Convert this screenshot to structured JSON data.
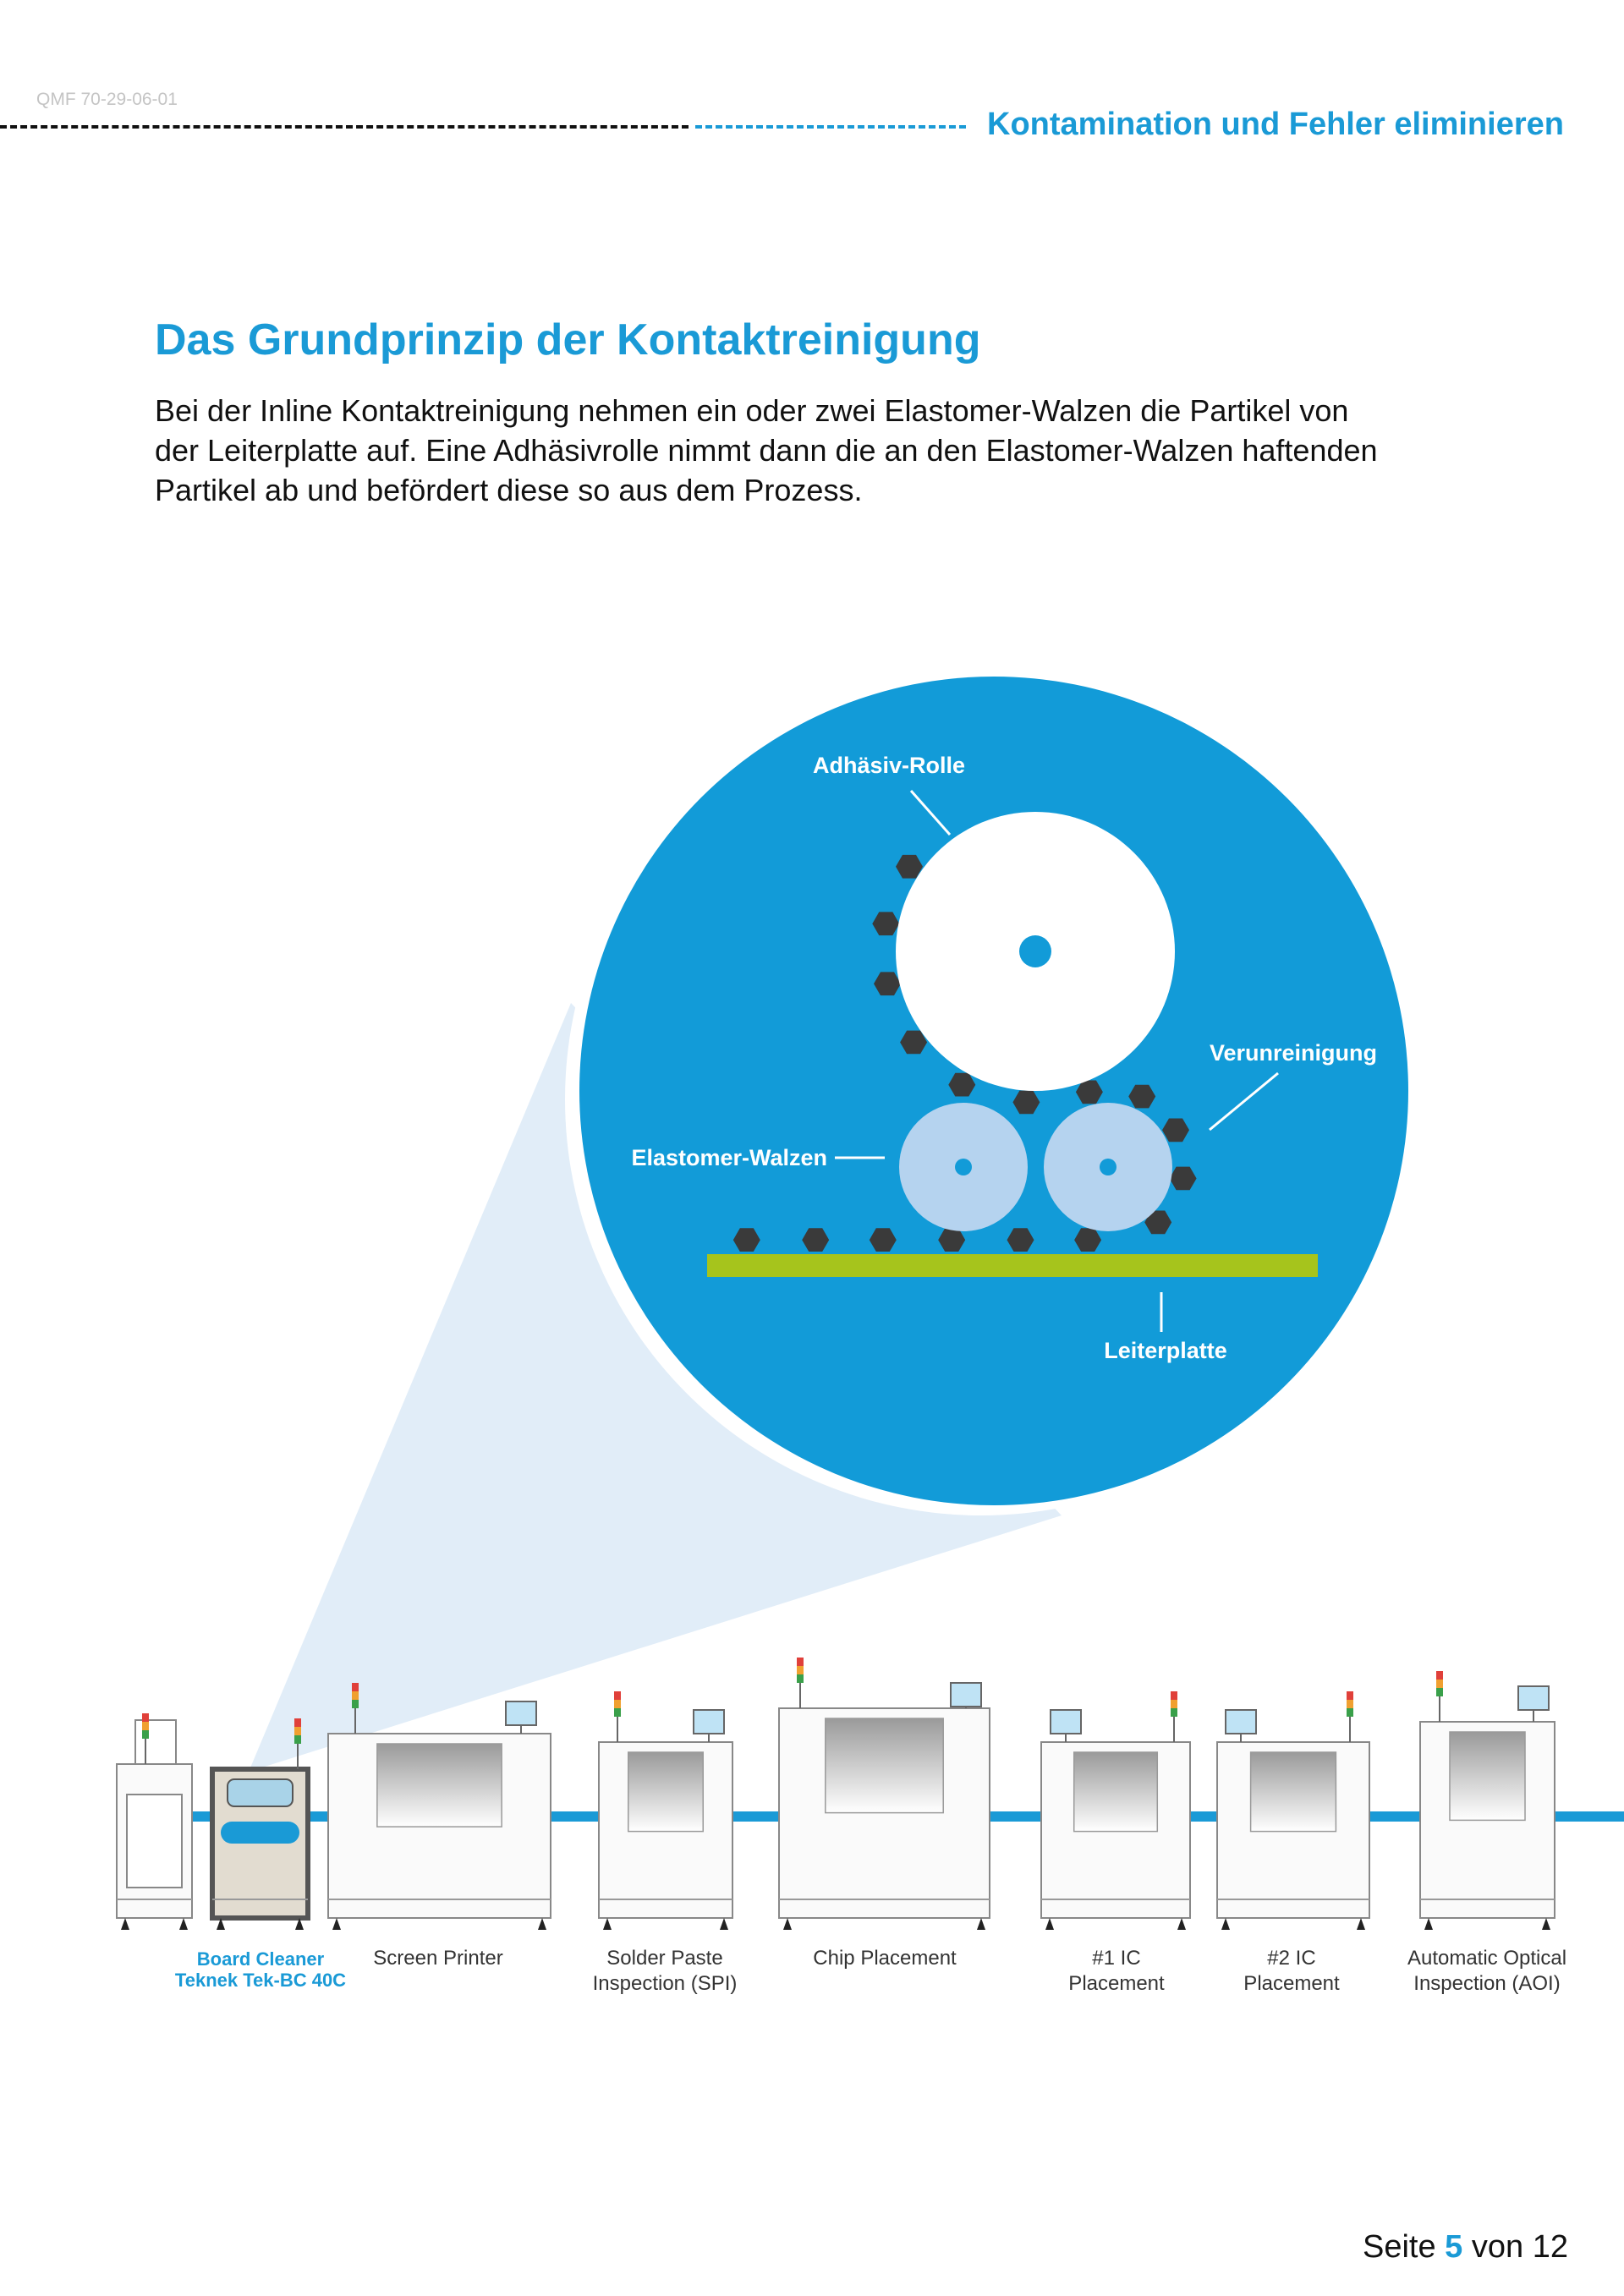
{
  "header": {
    "doc_code": "QMF 70-29-06-01",
    "section_title": "Kontamination und Fehler eliminieren"
  },
  "main": {
    "heading": "Das Grundprinzip der Kontaktreinigung",
    "intro_lines": [
      "Bei der Inline Kontaktreinigung nehmen ein oder zwei Elastomer-Walzen die Partikel von",
      "der Leiterplatte auf. Eine Adhäsivrolle nimmt dann die an den Elastomer-Walzen haftenden",
      "Partikel ab und befördert diese so aus dem Prozess."
    ]
  },
  "diagram": {
    "labels": {
      "adhesive_roll": "Adhäsiv-Rolle",
      "contamination": "Verunreinigung",
      "elastomer_rollers": "Elastomer-Walzen",
      "pcb": "Leiterplatte"
    },
    "colors": {
      "circle": "#129bd8",
      "cone": "#e1edf8",
      "pcb": "#a6c41c",
      "roller": "#b5d3ef",
      "particle": "#3a3a3a"
    }
  },
  "production_line": {
    "machines": [
      {
        "line1": "",
        "line2": ""
      },
      {
        "line1": "Board Cleaner",
        "line2": "Teknek Tek-BC 40C"
      },
      {
        "line1": "Screen Printer",
        "line2": ""
      },
      {
        "line1": "Solder Paste",
        "line2": "Inspection (SPI)"
      },
      {
        "line1": "Chip Placement",
        "line2": ""
      },
      {
        "line1": "#1 IC",
        "line2": "Placement"
      },
      {
        "line1": "#2 IC",
        "line2": "Placement"
      },
      {
        "line1": "Automatic Optical",
        "line2": "Inspection (AOI)"
      }
    ]
  },
  "footer": {
    "prefix": "Seite",
    "page": "5",
    "middle": "von",
    "total": "12"
  }
}
